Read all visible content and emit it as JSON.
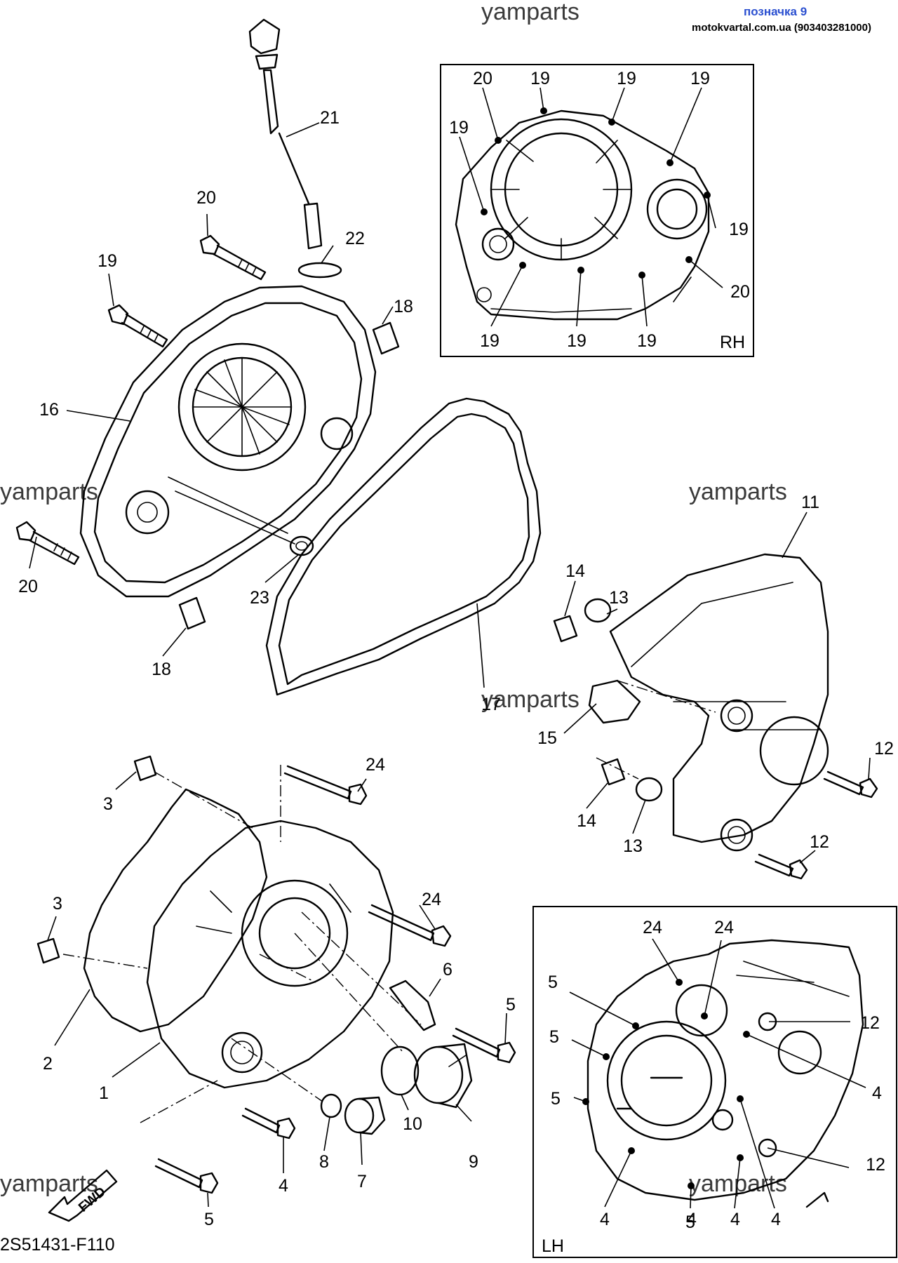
{
  "header": {
    "title": "позначка 9",
    "site": "motokvartal.com.ua (903403281000)"
  },
  "watermarks": [
    "yamparts",
    "yamparts",
    "yamparts",
    "yamparts",
    "yamparts",
    "yamparts"
  ],
  "diagram_code": "2S51431-F110",
  "fwd_label": "FWD",
  "panels": {
    "rh": {
      "label": "RH"
    },
    "lh": {
      "label": "LH"
    }
  },
  "callouts": {
    "main_upper": [
      "21",
      "22",
      "20",
      "19",
      "18",
      "16",
      "20",
      "23",
      "18",
      "17"
    ],
    "rh_panel": [
      "20",
      "19",
      "19",
      "19",
      "19",
      "19",
      "20",
      "19",
      "19",
      "19"
    ],
    "right_cover": [
      "11",
      "14",
      "13",
      "15",
      "12",
      "14",
      "13",
      "12"
    ],
    "main_lower": [
      "24",
      "3",
      "24",
      "3",
      "6",
      "5",
      "2",
      "1",
      "10",
      "8",
      "9",
      "7",
      "4",
      "5"
    ],
    "lh_panel": [
      "24",
      "24",
      "5",
      "12",
      "5",
      "4",
      "5",
      "4",
      "12",
      "4",
      "5",
      "4",
      "4"
    ]
  }
}
